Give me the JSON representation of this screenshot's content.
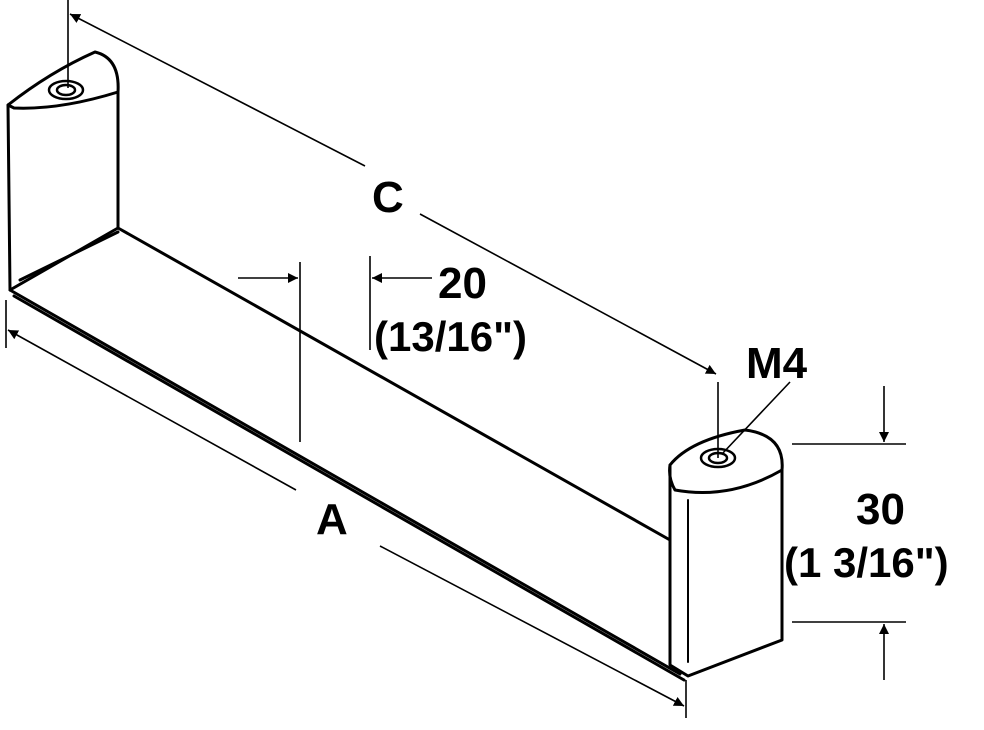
{
  "labels": {
    "c": "C",
    "a": "A",
    "width_mm": "20",
    "width_in": "(13/16\")",
    "thread": "M4",
    "height_mm": "30",
    "height_in": "(1 3/16\")"
  },
  "colors": {
    "ink": "#000000",
    "paper": "#ffffff"
  }
}
